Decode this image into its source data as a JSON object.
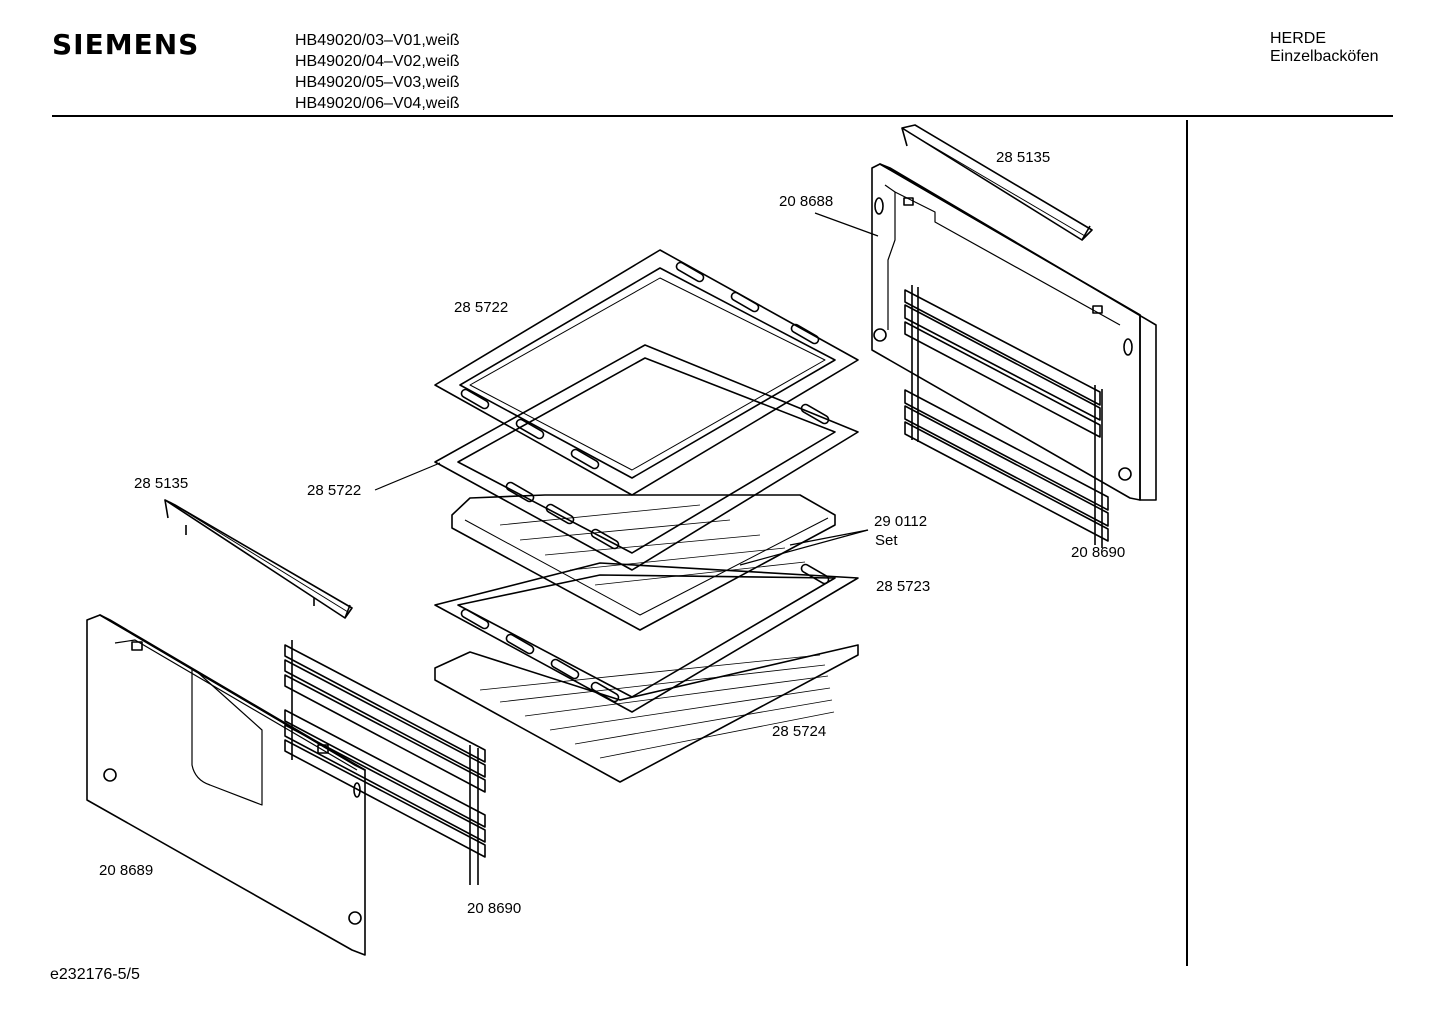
{
  "header": {
    "brand": "SIEMENS",
    "models": [
      "HB49020/03–V01,weiß",
      "HB49020/04–V02,weiß",
      "HB49020/05–V03,weiß",
      "HB49020/06–V04,weiß"
    ],
    "category": "HERDE",
    "subcategory": "Einzelbacköfen"
  },
  "footer": {
    "doc_id": "e232176-5/5"
  },
  "parts": {
    "p1": "28 5135",
    "p2": "20 8688",
    "p3": "28 5722",
    "p4": "28 5722",
    "p5": "28 5135",
    "p6": "29 0112",
    "p6b": "Set",
    "p7": "20 8690",
    "p8": "28 5723",
    "p9": "28 5724",
    "p10": "20 8689",
    "p11": "20 8690"
  }
}
